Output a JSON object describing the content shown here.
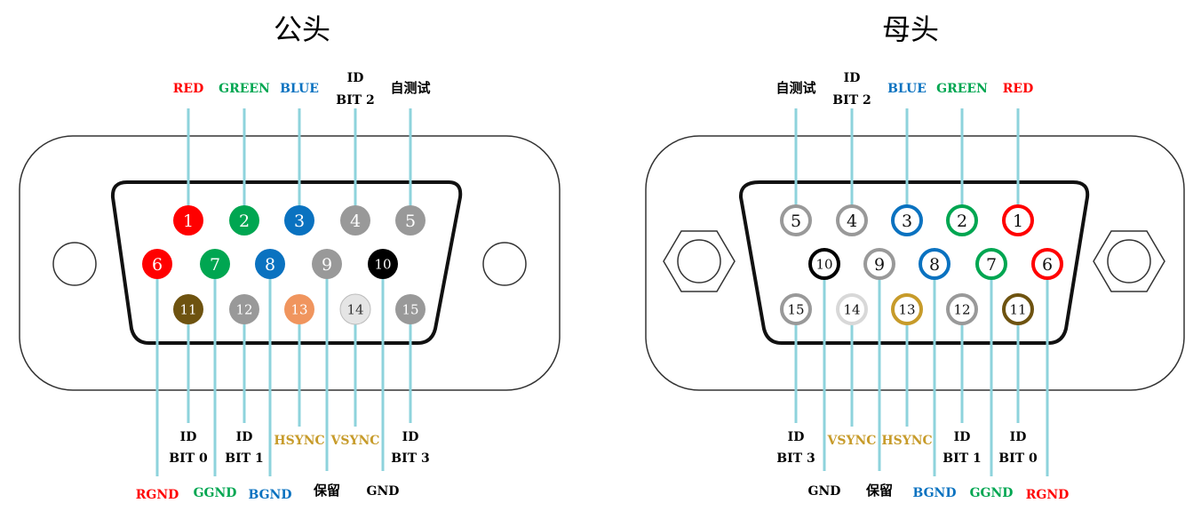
{
  "colors": {
    "red": "#ff0000",
    "green": "#00a651",
    "blue": "#0a72c0",
    "orange": "#f0955e",
    "gold": "#c79b2a",
    "brown": "#6e5310",
    "gray": "#999999",
    "light": "#e5e5e5",
    "black": "#000000",
    "wire": "#8ed3dc",
    "outline": "#333333"
  },
  "male": {
    "title": "公头",
    "pins": [
      {
        "n": "1",
        "color": "red"
      },
      {
        "n": "2",
        "color": "green"
      },
      {
        "n": "3",
        "color": "blue"
      },
      {
        "n": "4",
        "color": "gray"
      },
      {
        "n": "5",
        "color": "gray"
      },
      {
        "n": "6",
        "color": "red"
      },
      {
        "n": "7",
        "color": "green"
      },
      {
        "n": "8",
        "color": "blue"
      },
      {
        "n": "9",
        "color": "gray"
      },
      {
        "n": "10",
        "color": "black"
      },
      {
        "n": "11",
        "color": "brown"
      },
      {
        "n": "12",
        "color": "gray"
      },
      {
        "n": "13",
        "color": "orange"
      },
      {
        "n": "14",
        "color": "light"
      },
      {
        "n": "15",
        "color": "gray"
      }
    ],
    "top_labels": [
      {
        "pin": "1",
        "text": "RED",
        "color": "red"
      },
      {
        "pin": "2",
        "text": "GREEN",
        "color": "green"
      },
      {
        "pin": "3",
        "text": "BLUE",
        "color": "blue"
      },
      {
        "pin": "4",
        "text": "ID",
        "text2": "BIT 2",
        "color": "black"
      },
      {
        "pin": "5",
        "text": "自测试",
        "color": "black"
      }
    ],
    "bottom_labels": [
      {
        "pin": "11",
        "text": "ID",
        "text2": "BIT 0",
        "color": "black"
      },
      {
        "pin": "12",
        "text": "ID",
        "text2": "BIT 1",
        "color": "black"
      },
      {
        "pin": "13",
        "text": "HSYNC",
        "color": "gold"
      },
      {
        "pin": "14",
        "text": "VSYNC",
        "color": "gold"
      },
      {
        "pin": "15",
        "text": "ID",
        "text2": "BIT 3",
        "color": "black"
      },
      {
        "pin": "6",
        "text": "RGND",
        "color": "red"
      },
      {
        "pin": "7",
        "text": "GGND",
        "color": "green"
      },
      {
        "pin": "8",
        "text": "BGND",
        "color": "blue"
      },
      {
        "pin": "9",
        "text": "保留",
        "color": "black"
      },
      {
        "pin": "10",
        "text": "GND",
        "color": "black"
      }
    ]
  },
  "female": {
    "title": "母头",
    "pins": [
      {
        "n": "5",
        "color": "gray"
      },
      {
        "n": "4",
        "color": "gray"
      },
      {
        "n": "3",
        "color": "blue"
      },
      {
        "n": "2",
        "color": "green"
      },
      {
        "n": "1",
        "color": "red"
      },
      {
        "n": "10",
        "color": "black"
      },
      {
        "n": "9",
        "color": "gray"
      },
      {
        "n": "8",
        "color": "blue"
      },
      {
        "n": "7",
        "color": "green"
      },
      {
        "n": "6",
        "color": "red"
      },
      {
        "n": "15",
        "color": "gray"
      },
      {
        "n": "14",
        "color": "light"
      },
      {
        "n": "13",
        "color": "gold"
      },
      {
        "n": "12",
        "color": "gray"
      },
      {
        "n": "11",
        "color": "brown"
      }
    ],
    "top_labels": [
      {
        "pin": "5",
        "text": "自测试",
        "color": "black"
      },
      {
        "pin": "4",
        "text": "ID",
        "text2": "BIT 2",
        "color": "black"
      },
      {
        "pin": "3",
        "text": "BLUE",
        "color": "blue"
      },
      {
        "pin": "2",
        "text": "GREEN",
        "color": "green"
      },
      {
        "pin": "1",
        "text": "RED",
        "color": "red"
      }
    ],
    "bottom_labels": [
      {
        "pin": "15",
        "text": "ID",
        "text2": "BIT 3",
        "color": "black"
      },
      {
        "pin": "14",
        "text": "VSYNC",
        "color": "gold"
      },
      {
        "pin": "13",
        "text": "HSYNC",
        "color": "gold"
      },
      {
        "pin": "12",
        "text": "ID",
        "text2": "BIT 1",
        "color": "black"
      },
      {
        "pin": "11",
        "text": "ID",
        "text2": "BIT 0",
        "color": "black"
      },
      {
        "pin": "10",
        "text": "GND",
        "color": "black"
      },
      {
        "pin": "9",
        "text": "保留",
        "color": "black"
      },
      {
        "pin": "8",
        "text": "BGND",
        "color": "blue"
      },
      {
        "pin": "7",
        "text": "GGND",
        "color": "green"
      },
      {
        "pin": "6",
        "text": "RGND",
        "color": "red"
      }
    ]
  }
}
